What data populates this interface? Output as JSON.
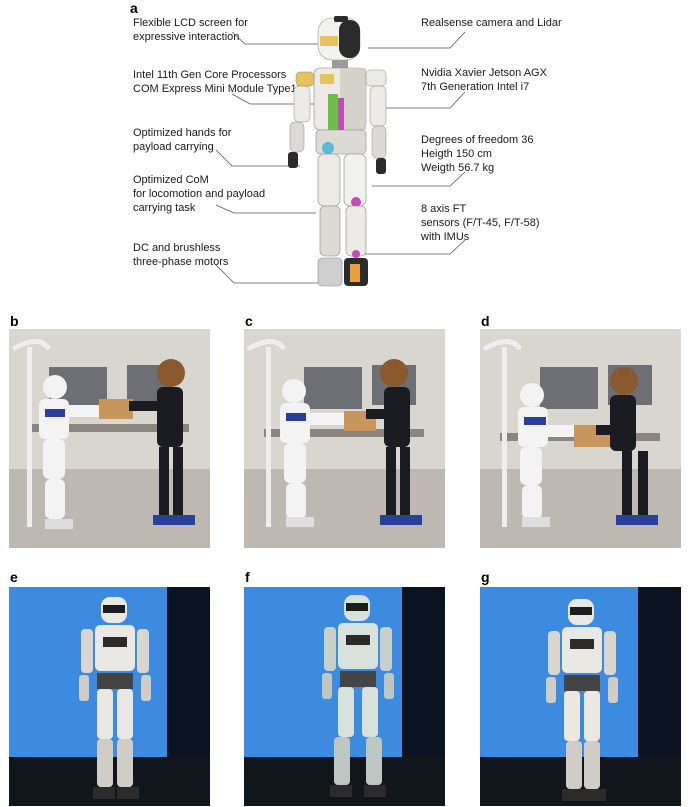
{
  "panel_a": {
    "letter": "a",
    "labels_left": [
      "Flexible LCD screen for\nexpressive interaction",
      "Intel 11th Gen Core Processors\nCOM Express Mini Module Type10",
      "Optimized hands for\npayload carrying",
      "Optimized CoM\nfor locomotion and payload\ncarrying task",
      "DC and brushless\nthree-phase motors"
    ],
    "labels_right": [
      "Realsense camera and Lidar",
      "Nvidia Xavier Jetson AGX\n7th Generation Intel i7",
      "Degrees of freedom 36\nHeigth 150 cm\nWeigth 56.7 kg",
      "8 axis FT\nsensors (F/T-45, F/T-58)\nwith IMUs"
    ]
  },
  "panels": {
    "b": "b",
    "c": "c",
    "d": "d",
    "e": "e",
    "f": "f",
    "g": "g"
  },
  "colors": {
    "stage_blue": "#3d8be0",
    "robot_white": "#eceae4",
    "robot_blue": "#2a3f9a",
    "robot_dark": "#2b2b2b",
    "box_tan": "#c8955a",
    "lab_bg": "#d9d6d0"
  }
}
